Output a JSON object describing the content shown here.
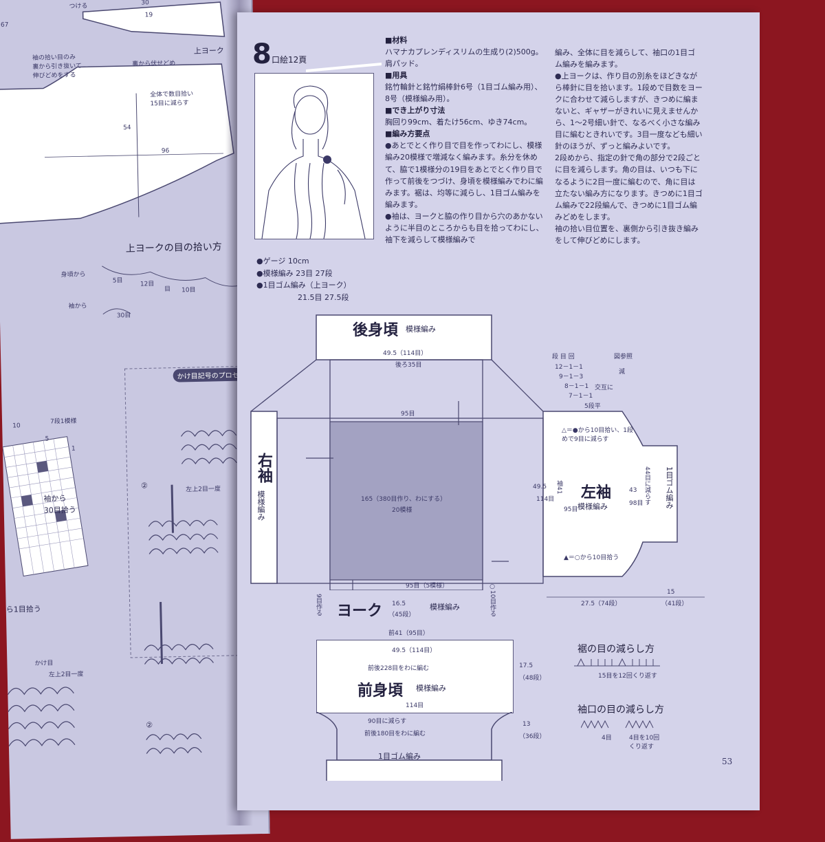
{
  "colors": {
    "background": "#8c1620",
    "page": "#d4d3ea",
    "ink": "#2d2b52",
    "panel": "#ffffff"
  },
  "left_page": {
    "top_labels": {
      "tsukeru": "つける",
      "n30": "30",
      "n19": "19",
      "n67": "67",
      "upper_yoke": "上ヨーク"
    },
    "notes": {
      "back_bind": "裏から伏せどめ",
      "sleeve_pick": "袖の拾い目のみ\n裏から引き抜いて\n伸びどめをする",
      "all_pick": "全体で数目拾い\n15目に減らす",
      "n54": "54",
      "n96": "96"
    },
    "pick_title": "上ヨークの目の拾い方",
    "from_body": "身頃から",
    "from_sleeve": "袖から",
    "counts": {
      "c5": "5目",
      "c12": "12目",
      "c1": "目",
      "c10": "10目",
      "c30": "30目"
    },
    "process_title": "かけ目記号のプロセス",
    "pattern_note": "7段1模様",
    "pattern_nums": [
      "10",
      "5",
      "1"
    ],
    "sleeve_pick_note": "袖から\n30目拾う",
    "pick_one": "ら1目拾う",
    "step_marks": [
      "②",
      "②"
    ],
    "kake": "かけ目",
    "left2": "左上2目一度",
    "left_up": "左上2目一度"
  },
  "header": {
    "number": "8",
    "photo_ref": "口絵12頁"
  },
  "materials": {
    "h_material": "■材料",
    "material": "ハマナカプレンディスリムの生成り(2)500g。肩パッド。",
    "h_tools": "■用具",
    "tools": "銘竹輪針と銘竹絹棒針6号（1目ゴム編み用）、8号（模様編み用）。",
    "h_size": "■でき上がり寸法",
    "size": "胸回り99cm、着たけ56cm、ゆき74cm。",
    "h_points": "■編み方要点",
    "points": "●あとでとく作り目で目を作ってわにし、模様編み20模様で増減なく編みます。糸分を休めて、脇で1模様分の19目をあとでとく作り目で作って前後をつづけ、身頃を模様編みでわに編みます。裾は、均等に減らし、1目ゴム編みを編みます。\n●袖は、ヨークと脇の作り目から穴のあかないように半目のところからも目を拾ってわにし、袖下を減らして模様編みで"
  },
  "right_text": "編み、全体に目を減らして、袖口の1目ゴム編みを編みます。\n●上ヨークは、作り目の別糸をほどきながら棒針に目を拾います。1段めで目数をヨークに合わせて減らしますが、きつめに編まないと、ギャザーがきれいに見えませんから、1〜2号細い針で、なるべく小さな編み目に編むときれいです。3目一度なども細い針のほうが、ずっと編みよいです。\n2段めから、指定の針で角の部分で2段ごとに目を減らします。角の目は、いつも下になるように2目一度に編むので、角に目は立たない編み方になります。きつめに1目ゴム編みで22段編んで、きつめに1目ゴム編みどめをします。\n袖の拾い目位置を、裏側から引き抜き編みをして伸びどめにします。",
  "gauge": {
    "g1": "●ゲージ 10cm",
    "g2": "●模様編み 23目 27段",
    "g3": "●1目ゴム編み（上ヨーク）",
    "g4": "21.5目 27.5段"
  },
  "diagram": {
    "back_body": "後身頃",
    "back_body_sub": "模様編み",
    "back_w": "49.5（114目）",
    "back_sts": "後ろ35目",
    "n95": "95目",
    "right_sleeve": "右袖",
    "right_sleeve_sub": "模様編み",
    "left_sleeve": "左袖",
    "left_sleeve_sub": "模様編み",
    "center1": "165（380目作り、わにする）",
    "center2": "20模様",
    "yoke": "ヨーク",
    "yoke_sub": "模様編み",
    "yoke_95": "95目（5模様）",
    "yoke_h": "16.5",
    "yoke_rows": "（45段）",
    "front41": "前41（95目）",
    "front_body": "前身頃",
    "front_body_sub": "模様編み",
    "front_w": "49.5（114目）",
    "front_228": "前後228目をわに編む",
    "n114": "114目",
    "reduce90": "90目に減らす",
    "front_180": "前後180目をわに編む",
    "rib": "1目ゴム編み",
    "h175": "17.5",
    "h175r": "（48段）",
    "h13": "13",
    "h13r": "（36段）",
    "rib_cuff": "1目ゴム編み",
    "sleeve_pick1": "△＝●から10目拾い、1段めで9目に減らす",
    "sleeve_pick2": "▲＝○から10目拾う",
    "sleeve_w": "27.5（74段）",
    "cuff_w": "15",
    "cuff_rows": "（41段）",
    "s495": "49.5",
    "s114": "114目",
    "s41": "袖41",
    "s95": "95目",
    "s43": "43",
    "s98": "98目",
    "s44": "44目に減らす",
    "made9": "9目作る",
    "made10": "○10目作る",
    "dan_head": "段 目 回",
    "dan_rows": [
      "12－1－1",
      "9－1－3",
      "8－1－1",
      "7－1－1"
    ],
    "dan_flat": "5段平",
    "fig_ref": "図参照",
    "minus": "減",
    "cross": "交互に",
    "hem_title": "裾の目の減らし方",
    "hem_rep": "15目を12回くり返す",
    "cuff_title": "袖口の目の減らし方",
    "cuff_4": "4目",
    "cuff_rep": "4目を10回くり返す"
  },
  "page_number": "53"
}
